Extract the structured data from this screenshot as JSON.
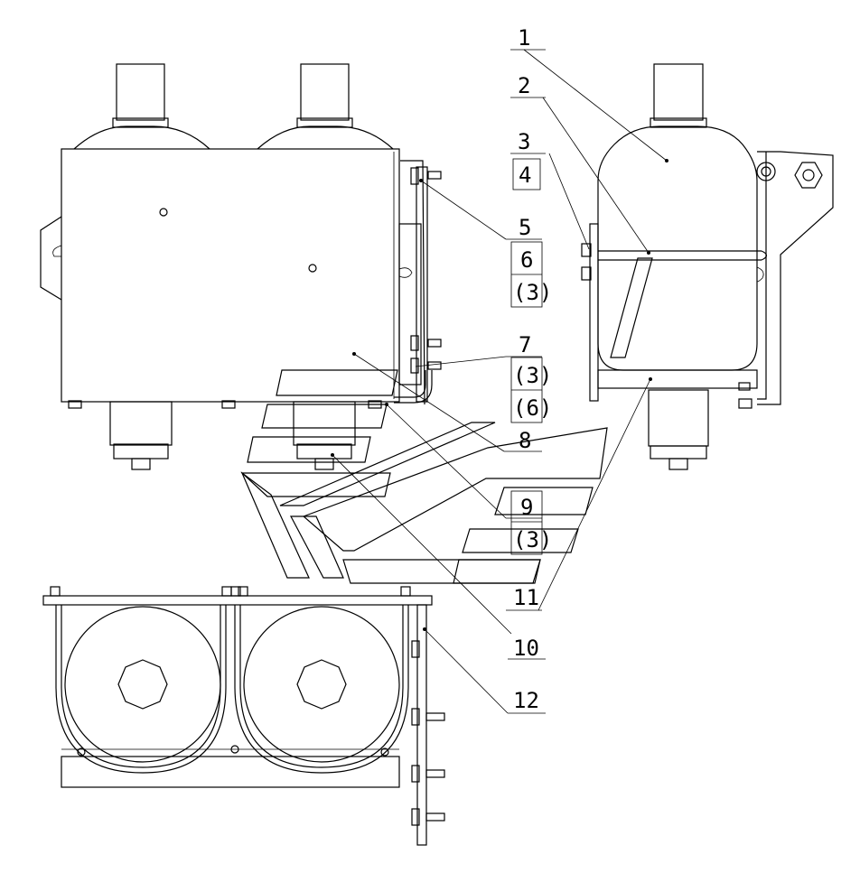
{
  "callouts": [
    {
      "id": "c1",
      "text": "1"
    },
    {
      "id": "c2",
      "text": "2"
    },
    {
      "id": "c3",
      "text": "3"
    },
    {
      "id": "c4",
      "text": "4"
    },
    {
      "id": "c5",
      "text": "5"
    },
    {
      "id": "c6",
      "text": "6"
    },
    {
      "id": "c6q",
      "text": "(3)"
    },
    {
      "id": "c7",
      "text": "7"
    },
    {
      "id": "c7a",
      "text": "(3)"
    },
    {
      "id": "c7b",
      "text": "(6)"
    },
    {
      "id": "c8",
      "text": "8"
    },
    {
      "id": "c9",
      "text": "9"
    },
    {
      "id": "c9q",
      "text": "(3)"
    },
    {
      "id": "c11",
      "text": "11"
    },
    {
      "id": "c10",
      "text": "10"
    },
    {
      "id": "c12",
      "text": "12"
    }
  ],
  "colors": {
    "line": "#000000",
    "background": "#ffffff"
  }
}
